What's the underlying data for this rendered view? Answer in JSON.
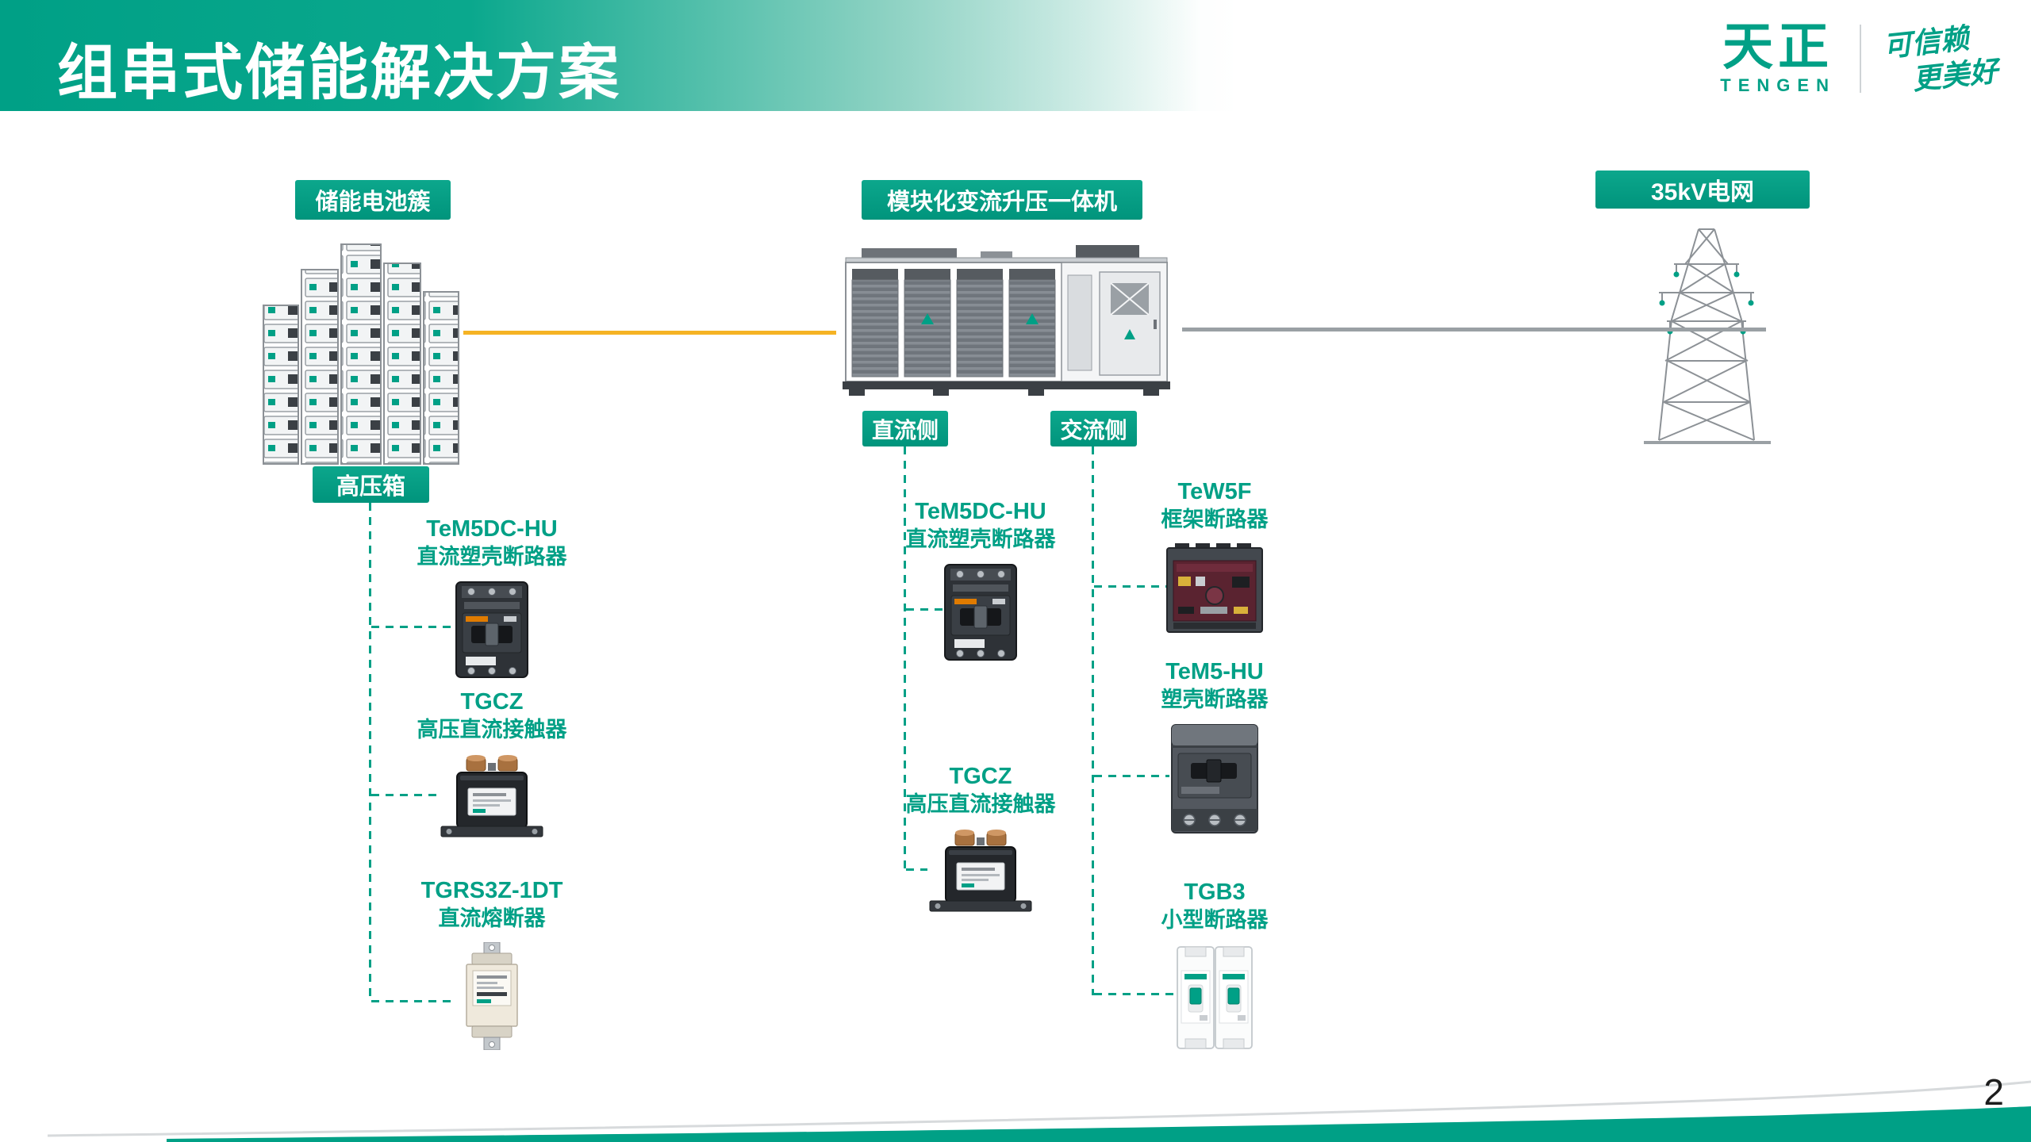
{
  "page": {
    "title": "组串式储能解决方案",
    "page_number": "2"
  },
  "brand": {
    "logo_main": "天正",
    "logo_sub": "TENGEN",
    "slogan_line1": "可信赖",
    "slogan_line2": "更美好"
  },
  "colors": {
    "accent_teal": "#00A086",
    "connector_dc_yellow": "#F5B324",
    "connector_ac_gray": "#9AA0A4"
  },
  "diagram": {
    "battery_label": "储能电池簇",
    "pcs_label": "模块化变流升压一体机",
    "grid_label": "35kV电网",
    "hv_box_label": "高压箱",
    "dc_side_label": "直流侧",
    "ac_side_label": "交流侧",
    "illustrations": {
      "battery": "battery-rack-cluster-illustration",
      "pcs": "pcs-container-illustration",
      "grid": "transmission-tower-illustration"
    },
    "chains": {
      "hv": [
        {
          "model": "TeM5DC-HU",
          "name": "直流塑壳断路器"
        },
        {
          "model": "TGCZ",
          "name": "高压直流接触器"
        },
        {
          "model": "TGRS3Z-1DT",
          "name": "直流熔断器"
        }
      ],
      "dc": [
        {
          "model": "TeM5DC-HU",
          "name": "直流塑壳断路器"
        },
        {
          "model": "TGCZ",
          "name": "高压直流接触器"
        }
      ],
      "ac": [
        {
          "model": "TeW5F",
          "name": "框架断路器"
        },
        {
          "model": "TeM5-HU",
          "name": "塑壳断路器"
        },
        {
          "model": "TGB3",
          "name": "小型断路器"
        }
      ]
    }
  }
}
